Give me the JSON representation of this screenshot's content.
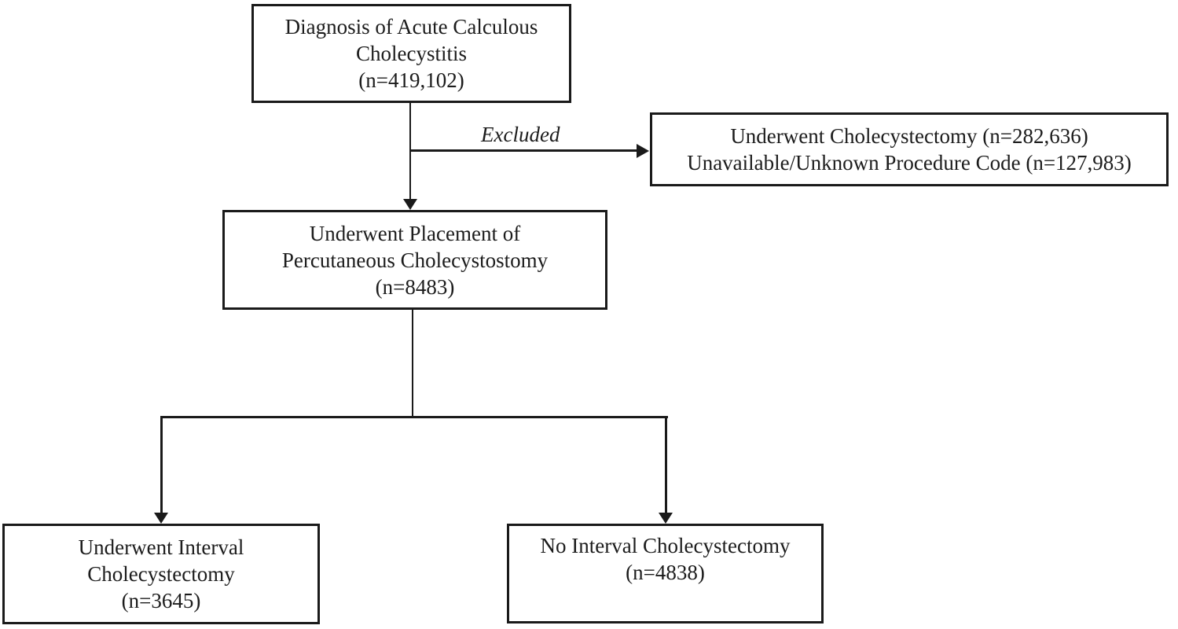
{
  "diagram": {
    "background_color": "#ffffff",
    "line_color": "#1a1a1a",
    "text_color": "#1c1c1c",
    "boxes": {
      "diagnosis": {
        "lines": [
          "Diagnosis of Acute Calculous",
          "Cholecystitis",
          "(n=419,102)"
        ]
      },
      "excluded": {
        "lines": [
          "Underwent Cholecystectomy (n=282,636)",
          "Unavailable/Unknown Procedure Code (n=127,983)"
        ]
      },
      "cholecystostomy": {
        "lines": [
          "Underwent Placement of",
          "Percutaneous Cholecystostomy",
          "(n=8483)"
        ]
      },
      "interval_cholecystectomy": {
        "lines": [
          "Underwent Interval",
          "Cholecystectomy",
          "(n=3645)"
        ]
      },
      "no_interval_cholecystectomy": {
        "lines": [
          "No Interval Cholecystectomy",
          "(n=4838)"
        ]
      }
    },
    "labels": {
      "excluded_arrow": "Excluded"
    }
  }
}
